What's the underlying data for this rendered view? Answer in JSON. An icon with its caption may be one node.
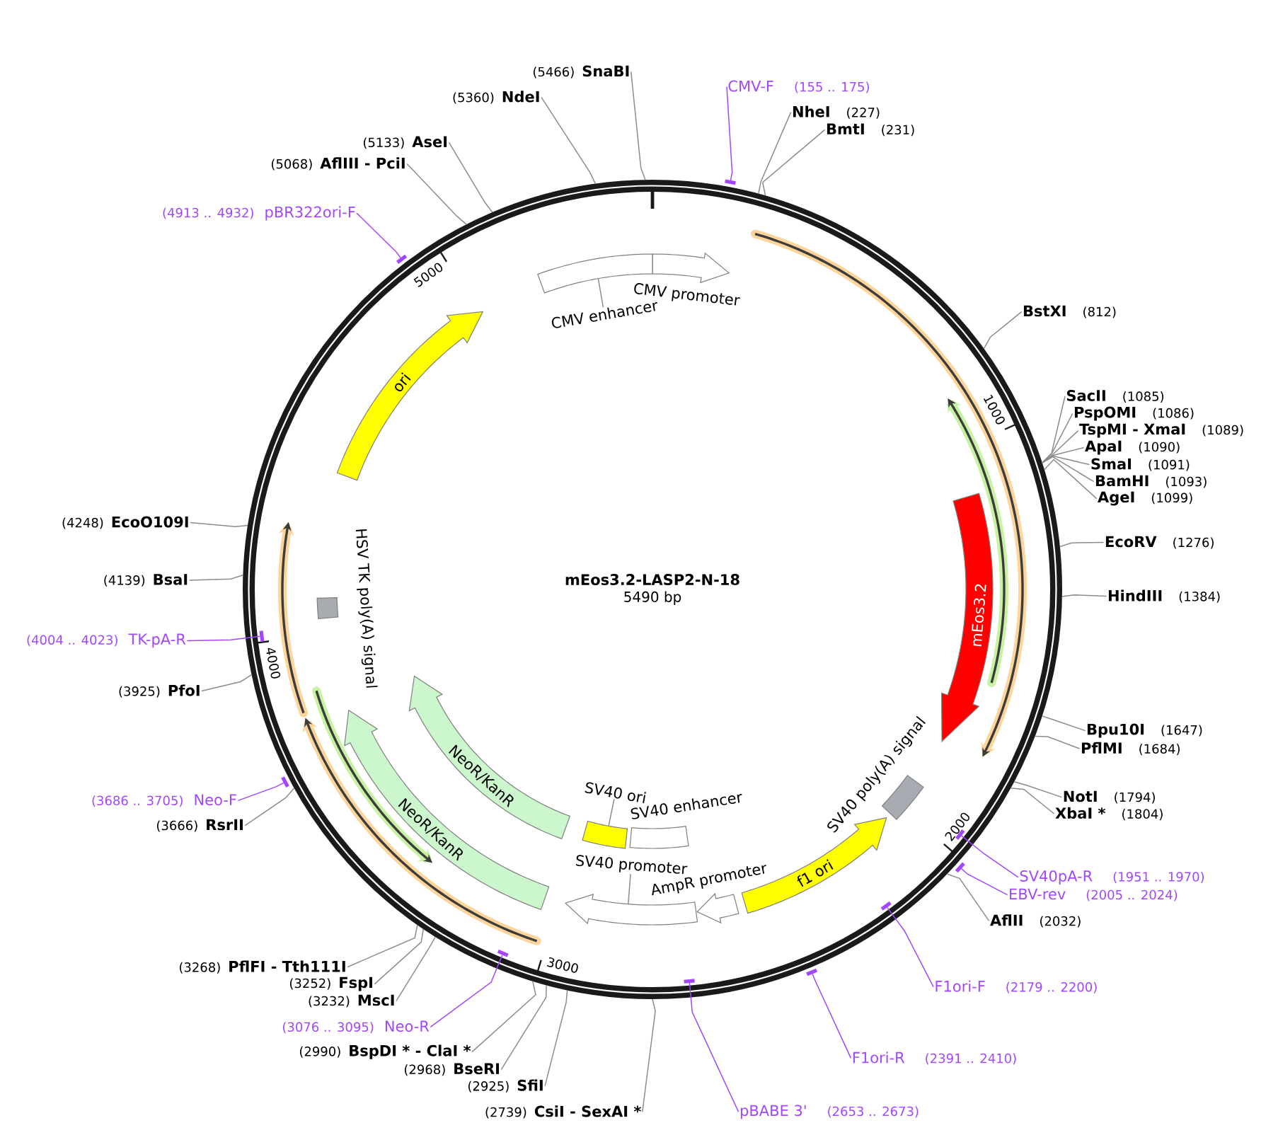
{
  "diagram": {
    "nodes": [
      {
        "text": [
          "mEos3.2-LASP2-N-18",
          "5490 bp"
        ]
      },
      {
        "text": [
          "CMV enhancer"
        ],
        "in": 0
      },
      {
        "text": [
          "CMV promoter"
        ],
        "in": 0
      },
      {
        "text": [
          "ori"
        ],
        "in": 0
      },
      {
        "text": [
          "mEos3.2"
        ],
        "in": 0
      },
      {
        "text": [
          "HSV TK poly(A) signal"
        ],
        "in": 0
      },
      {
        "text": [
          "NeoR/KanR"
        ],
        "in": 0
      },
      {
        "text": [
          "NeoR/KanR"
        ],
        "in": 0
      },
      {
        "text": [
          "SV40 poly(A) signal"
        ],
        "in": 0
      },
      {
        "text": [
          "SV40 ori"
        ],
        "in": 0
      },
      {
        "text": [
          "SV40 enhancer"
        ],
        "in": 0
      },
      {
        "text": [
          "f1 ori"
        ],
        "in": 0
      },
      {
        "text": [
          "SV40 promoter"
        ],
        "in": 0
      },
      {
        "text": [
          "AmpR promoter"
        ],
        "in": 0
      },
      {
        "text": [
          "CMV-F",
          "(155 .. 175)"
        ]
      },
      {
        "text": [
          "NheI",
          "(227)"
        ]
      },
      {
        "text": [
          "BmtI",
          "(231)"
        ]
      },
      {
        "text": [
          "BstXI",
          "(812)"
        ]
      },
      {
        "text": [
          "SacII",
          "(1085)"
        ]
      },
      {
        "text": [
          "PspOMI",
          "(1086)"
        ]
      },
      {
        "text": [
          "TspMI - XmaI",
          "(1089)"
        ]
      },
      {
        "text": [
          "ApaI",
          "(1090)"
        ]
      },
      {
        "text": [
          "SmaI",
          "(1091)"
        ]
      },
      {
        "text": [
          "BamHI",
          "(1093)"
        ]
      },
      {
        "text": [
          "AgeI",
          "(1099)"
        ]
      },
      {
        "text": [
          "EcoRV",
          "(1276)"
        ]
      },
      {
        "text": [
          "HindIII",
          "(1384)"
        ]
      },
      {
        "text": [
          "Bpu10I",
          "(1647)"
        ]
      },
      {
        "text": [
          "PflMI",
          "(1684)"
        ]
      },
      {
        "text": [
          "NotI",
          "(1794)"
        ]
      },
      {
        "text": [
          "XbaI *",
          "(1804)"
        ]
      },
      {
        "text": [
          "SV40pA-R",
          "(1951 .. 1970)"
        ]
      },
      {
        "text": [
          "EBV-rev",
          "(2005 .. 2024)"
        ]
      },
      {
        "text": [
          "AflII",
          "(2032)"
        ]
      },
      {
        "text": [
          "F1ori-F",
          "(2179 .. 2200)"
        ]
      },
      {
        "text": [
          "F1ori-R",
          "(2391 .. 2410)"
        ]
      },
      {
        "text": [
          "pBABE 3'",
          "(2653 .. 2673)"
        ]
      },
      {
        "text": [
          "(2739)",
          "CsiI - SexAI *"
        ]
      },
      {
        "text": [
          "(2925)",
          "SfiI"
        ]
      },
      {
        "text": [
          "(2968)",
          "BseRI"
        ]
      },
      {
        "text": [
          "(2990)",
          "BspDI * - ClaI *"
        ]
      },
      {
        "text": [
          "(3076 .. 3095)",
          "Neo-R"
        ]
      },
      {
        "text": [
          "(3232)",
          "MscI"
        ]
      },
      {
        "text": [
          "(3252)",
          "FspI"
        ]
      },
      {
        "text": [
          "(3268)",
          "PflFI - Tth111I"
        ]
      },
      {
        "text": [
          "(3666)",
          "RsrII"
        ]
      },
      {
        "text": [
          "(3686 .. 3705)",
          "Neo-F"
        ]
      },
      {
        "text": [
          "(3925)",
          "PfoI"
        ]
      },
      {
        "text": [
          "(4004 .. 4023)",
          "TK-pA-R"
        ]
      },
      {
        "text": [
          "(4139)",
          "BsaI"
        ]
      },
      {
        "text": [
          "(4248)",
          "EcoO109I"
        ]
      },
      {
        "text": [
          "(4913 .. 4932)",
          "pBR322ori-F"
        ]
      },
      {
        "text": [
          "(5068)",
          "AflIII - PciI"
        ]
      },
      {
        "text": [
          "(5133)",
          "AseI"
        ]
      },
      {
        "text": [
          "(5360)",
          "NdeI"
        ]
      },
      {
        "text": [
          "(5466)",
          "SnaBI"
        ]
      },
      {
        "text": [],
        "shape": "bar"
      },
      {
        "text": [],
        "shape": "bar"
      },
      {
        "text": [],
        "shape": "bar",
        "in": 0
      },
      {
        "text": [],
        "shape": "bar"
      },
      {
        "text": [],
        "shape": "bar",
        "in": 0
      },
      {
        "text": [],
        "shape": "bar"
      },
      {
        "text": [],
        "shape": "bar",
        "in": 0
      },
      {
        "text": [],
        "shape": "bar",
        "in": 0
      },
      {
        "text": [],
        "shape": "bar"
      },
      {
        "text": [],
        "shape": "bar",
        "in": 0
      },
      {
        "text": [],
        "shape": "box",
        "in": 0
      },
      {
        "text": [],
        "shape": "box",
        "in": 0
      },
      {
        "text": [],
        "shape": "arrow",
        "in": 0
      }
    ],
    "edges": [
      {
        "from": 1,
        "to": 66,
        "arrow": "none"
      },
      {
        "from": 9,
        "to": 67,
        "arrow": "none"
      },
      {
        "from": 12,
        "to": 68,
        "arrow": "none"
      },
      {
        "from": 14,
        "to": 56,
        "arrow": "none",
        "color": "#a347ff"
      },
      {
        "from": 15,
        "to": 0,
        "arrow": "none"
      },
      {
        "from": 16,
        "to": 0,
        "arrow": "none"
      },
      {
        "from": 17,
        "to": 0,
        "arrow": "none"
      },
      {
        "from": 18,
        "to": 0,
        "arrow": "none"
      },
      {
        "from": 19,
        "to": 0,
        "arrow": "none"
      },
      {
        "from": 20,
        "to": 0,
        "arrow": "none"
      },
      {
        "from": 21,
        "to": 0,
        "arrow": "none"
      },
      {
        "from": 22,
        "to": 0,
        "arrow": "none"
      },
      {
        "from": 23,
        "to": 0,
        "arrow": "none"
      },
      {
        "from": 24,
        "to": 0,
        "arrow": "none"
      },
      {
        "from": 25,
        "to": 0,
        "arrow": "none"
      },
      {
        "from": 26,
        "to": 0,
        "arrow": "none"
      },
      {
        "from": 27,
        "to": 0,
        "arrow": "none"
      },
      {
        "from": 28,
        "to": 0,
        "arrow": "none"
      },
      {
        "from": 29,
        "to": 0,
        "arrow": "none"
      },
      {
        "from": 30,
        "to": 0,
        "arrow": "none"
      },
      {
        "from": 31,
        "to": 60,
        "arrow": "none",
        "color": "#a347ff"
      },
      {
        "from": 32,
        "to": 61,
        "arrow": "none",
        "color": "#a347ff"
      },
      {
        "from": 33,
        "to": 0,
        "arrow": "none"
      },
      {
        "from": 34,
        "to": 62,
        "arrow": "none",
        "color": "#a347ff"
      },
      {
        "from": 35,
        "to": 64,
        "arrow": "none",
        "color": "#a347ff"
      },
      {
        "from": 36,
        "to": 65,
        "arrow": "none",
        "color": "#a347ff"
      },
      {
        "from": 37,
        "to": 0,
        "arrow": "none"
      },
      {
        "from": 38,
        "to": 0,
        "arrow": "none"
      },
      {
        "from": 39,
        "to": 0,
        "arrow": "none"
      },
      {
        "from": 40,
        "to": 0,
        "arrow": "none"
      },
      {
        "from": 41,
        "to": 63,
        "arrow": "none",
        "color": "#a347ff"
      },
      {
        "from": 42,
        "to": 0,
        "arrow": "none"
      },
      {
        "from": 43,
        "to": 0,
        "arrow": "none"
      },
      {
        "from": 44,
        "to": 0,
        "arrow": "none"
      },
      {
        "from": 45,
        "to": 0,
        "arrow": "none"
      },
      {
        "from": 46,
        "to": 59,
        "arrow": "none",
        "color": "#a347ff"
      },
      {
        "from": 47,
        "to": 0,
        "arrow": "none"
      },
      {
        "from": 48,
        "to": 58,
        "arrow": "none",
        "color": "#a347ff"
      },
      {
        "from": 49,
        "to": 0,
        "arrow": "none"
      },
      {
        "from": 50,
        "to": 0,
        "arrow": "none"
      },
      {
        "from": 51,
        "to": 57,
        "arrow": "none",
        "color": "#a347ff"
      },
      {
        "from": 52,
        "to": 0,
        "arrow": "none"
      },
      {
        "from": 53,
        "to": 0,
        "arrow": "none"
      },
      {
        "from": 54,
        "to": 0,
        "arrow": "none"
      },
      {
        "from": 55,
        "to": 0,
        "arrow": "none"
      }
    ],
    "labels": [
      "5000",
      "1000",
      "4000",
      "2000",
      "3000"
    ]
  }
}
